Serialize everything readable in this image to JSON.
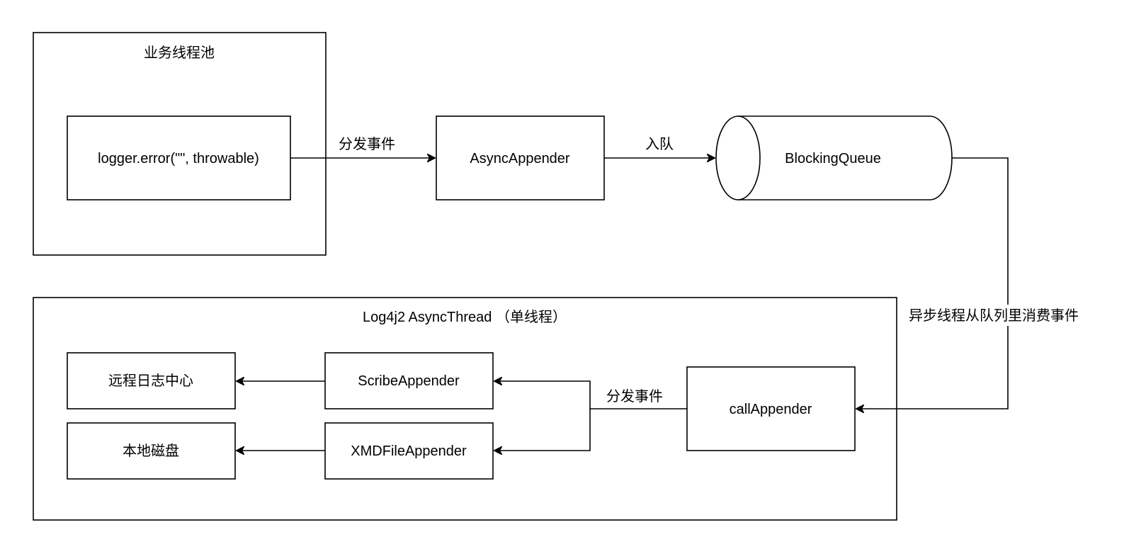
{
  "containers": {
    "business_pool": "业务线程池",
    "async_thread": "Log4j2 AsyncThread （单线程）"
  },
  "nodes": {
    "logger_call": "logger.error(\"\", throwable)",
    "async_appender": "AsyncAppender",
    "blocking_queue": "BlockingQueue",
    "call_appender": "callAppender",
    "scribe_appender": "ScribeAppender",
    "xmd_file_appender": "XMDFileAppender",
    "remote_log_center": "远程日志中心",
    "local_disk": "本地磁盘"
  },
  "edges": {
    "dispatch_event_top": "分发事件",
    "enqueue": "入队",
    "async_consume": "异步线程从队列里消费事件",
    "dispatch_event_bottom": "分发事件"
  }
}
